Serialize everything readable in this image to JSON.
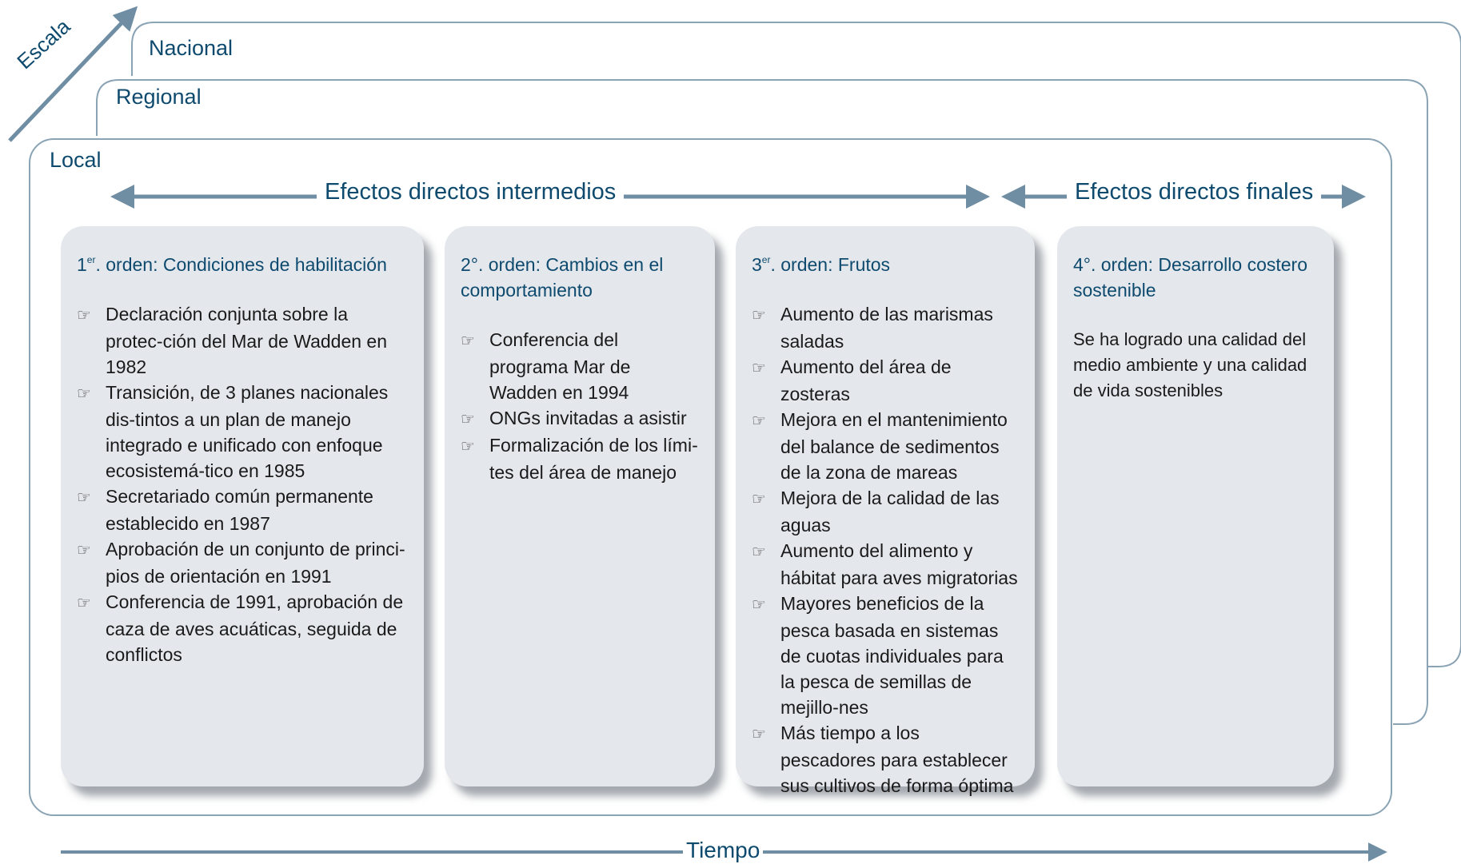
{
  "scale": {
    "axis_label": "Escala"
  },
  "levels": {
    "national": "Nacional",
    "regional": "Regional",
    "local": "Local"
  },
  "effects": {
    "intermediate": "Efectos directos intermedios",
    "final": "Efectos directos finales"
  },
  "time": {
    "axis_label": "Tiempo"
  },
  "colors": {
    "frame": "#8aa3b5",
    "arrow": "#6f8ea4",
    "label": "#0e4a6e",
    "card": "#e4e8ed"
  },
  "bullet_icon": "pointing-hand-icon",
  "cards": [
    {
      "title_number": "1",
      "title_sup": "er",
      "title_text": ". orden: Condiciones de habilitación",
      "items": [
        "Declaración conjunta sobre la protec-ción del Mar de Wadden en 1982",
        "Transición, de 3 planes nacionales dis-tintos a un plan de manejo integrado e unificado con enfoque ecosistemá-tico en 1985",
        "Secretariado común permanente establecido en 1987",
        "Aprobación de un conjunto de princi-pios de orientación en 1991",
        "Conferencia de 1991, aprobación de caza de aves acuáticas, seguida de conflictos"
      ]
    },
    {
      "title_text": "2°. orden: Cambios en el comportamiento",
      "items": [
        "Conferencia del programa Mar de Wadden en 1994",
        "ONGs invitadas a asistir",
        "Formalización de los lími-tes del área de manejo"
      ]
    },
    {
      "title_number": "3",
      "title_sup": "er",
      "title_text": ". orden: Frutos",
      "items": [
        "Aumento de las marismas saladas",
        "Aumento del área de zosteras",
        "Mejora en el mantenimiento del balance de sedimentos de la zona de mareas",
        "Mejora de la calidad de las aguas",
        "Aumento del alimento y hábitat para aves migratorias",
        "Mayores beneficios de la pesca basada en sistemas de cuotas individuales para la pesca de semillas de mejillo-nes",
        "Más tiempo a los pescadores para establecer sus cultivos de forma óptima"
      ]
    },
    {
      "title_text": "4°. orden: Desarrollo costero sostenible",
      "body": "Se ha logrado una calidad del medio ambiente y una calidad de vida sostenibles"
    }
  ]
}
